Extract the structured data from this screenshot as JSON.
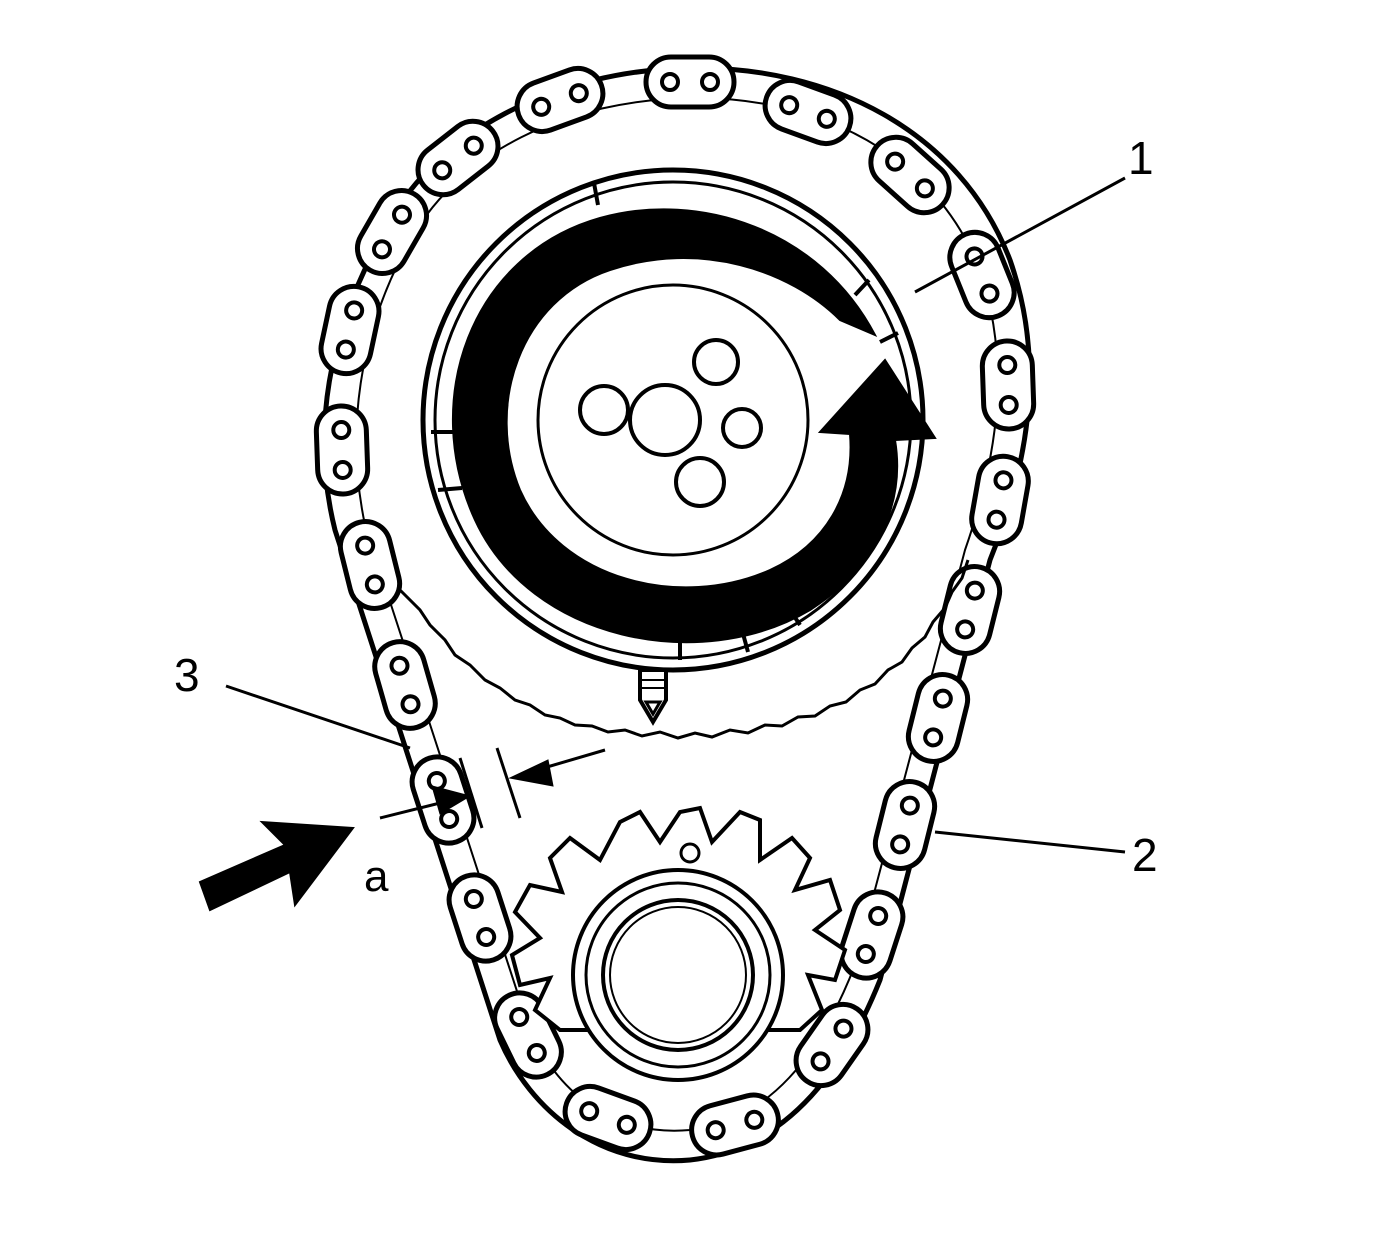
{
  "callouts": {
    "label_1": "1",
    "label_2": "2",
    "label_3": "3",
    "label_a": "a"
  },
  "colors": {
    "line": "#000000",
    "background": "#ffffff"
  }
}
